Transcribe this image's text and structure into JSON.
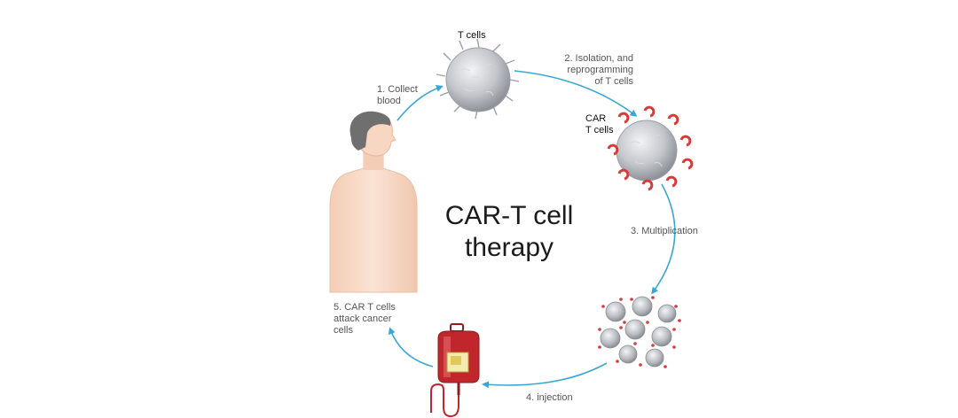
{
  "diagram": {
    "title_line1": "CAR-T cell",
    "title_line2": "therapy",
    "labels": {
      "t_cells": "T cells",
      "car_t_line1": "CAR",
      "car_t_line2": "T cells",
      "step1_line1": "1. Collect",
      "step1_line2": "blood",
      "step2_line1": "2. Isolation, and",
      "step2_line2": "reprogramming",
      "step2_line3": "of T cells",
      "step3": "3. Multiplication",
      "step4": "4. injection",
      "step5_line1": "5. CAR T cells",
      "step5_line2": "attack cancer",
      "step5_line3": "cells"
    },
    "colors": {
      "arrow": "#3aa6d4",
      "cell_gray": "#b9bcc1",
      "car_receptor": "#d63a3a",
      "skin": "#f7d9c6",
      "hair": "#6f6f6f",
      "blood_bag": "#c0262c"
    }
  }
}
